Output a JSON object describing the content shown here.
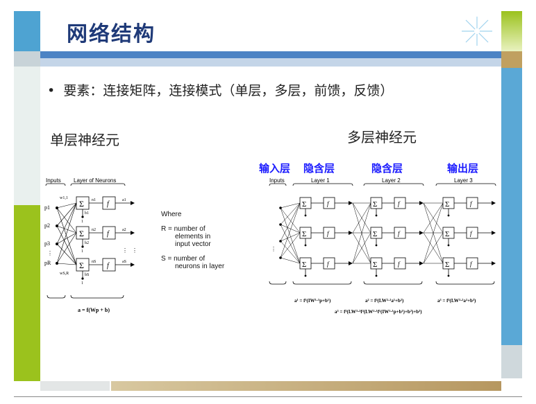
{
  "slide": {
    "title": "网络结构",
    "bullet": "要素：连接矩阵，连接模式（单层，多层，前馈，反馈）",
    "single_label": "单层神经元",
    "multi_label": "多层神经元",
    "layer_labels": [
      "输入层",
      "隐含层",
      "隐含层",
      "输出层"
    ]
  },
  "single_net": {
    "inputs_label": "Inputs",
    "layer_label": "Layer of Neurons",
    "input_names": [
      "p1",
      "p2",
      "p3",
      "pR"
    ],
    "weights_top": "w1,1",
    "weights_bottom": "wS,R",
    "biases": [
      "b1",
      "b2",
      "bS"
    ],
    "nets": [
      "n1",
      "n2",
      "nS"
    ],
    "outputs": [
      "a1",
      "a2",
      "aS"
    ],
    "func": "f",
    "sum": "Σ",
    "one": "1",
    "equation": "a = f(Wp + b)"
  },
  "where_text": {
    "where": "Where",
    "r_def_1": "R = number of",
    "r_def_2": "elements in",
    "r_def_3": "input vector",
    "s_def_1": "S = number of",
    "s_def_2": "neurons in layer"
  },
  "multi_net": {
    "inputs_label": "Inputs",
    "layers": [
      "Layer 1",
      "Layer 2",
      "Layer 3"
    ],
    "eq1": "a¹ = f¹(IW¹·¹p+b¹)",
    "eq2": "a² = f²(LW²·¹a¹+b²)",
    "eq3": "a³ = f³(LW³·²a²+b³)",
    "eq_full": "a³ = f³(LW³·²f²(LW²·¹f¹(IW¹·¹p+b¹)+b²)+b³)"
  },
  "colors": {
    "title": "#1f3a78",
    "accent_blue": "#4ea3d2",
    "accent_green": "#9bc21d",
    "layer_label": "#1a1aff"
  }
}
